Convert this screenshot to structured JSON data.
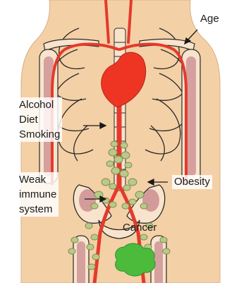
{
  "labels": {
    "age": "Age",
    "alcohol": "Alcohol",
    "diet": "Diet",
    "smoking": "Smoking",
    "weak_immune_line1": "Weak",
    "weak_immune_line2": "immune",
    "weak_immune_line3": "system",
    "obesity": "Obesity",
    "cancer": "Cancer"
  },
  "colors": {
    "skin": "#f4d0a6",
    "artery": "#e53a2b",
    "heart": "#ee3524",
    "lymph_node": "#b9c98a",
    "tumor": "#4cbb3c",
    "bone_marrow": "#c98a8e",
    "outline": "#2b2b2b"
  }
}
